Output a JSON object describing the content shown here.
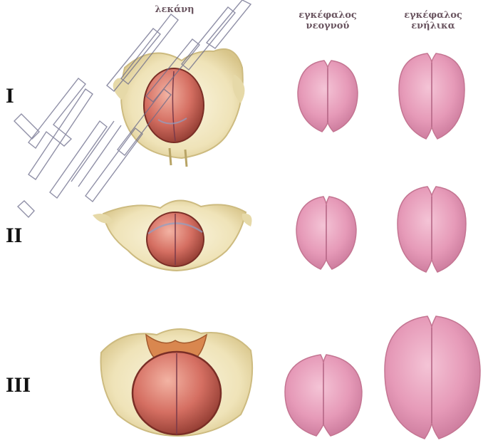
{
  "columns": {
    "pelvis": {
      "line1": "λεκάνη"
    },
    "newborn_brain": {
      "line1": "εγκέφαλος",
      "line2": "νεογνού"
    },
    "adult_brain": {
      "line1": "εγκέφαλος",
      "line2": "ενήλικα"
    }
  },
  "rows": [
    {
      "label": "I"
    },
    {
      "label": "II"
    },
    {
      "label": "III"
    }
  ],
  "colors": {
    "brain_fill": "#e9a3bd",
    "brain_shade": "#c77796",
    "bone_fill": "#efe6c4",
    "bone_shade": "#d8c994",
    "head_fill": "#d8786a",
    "head_dark": "#9a3b33"
  }
}
